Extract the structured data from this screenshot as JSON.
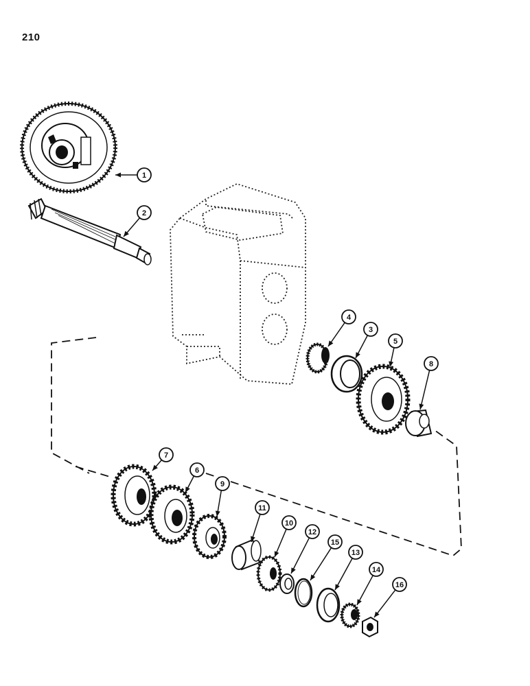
{
  "page": {
    "number": "210"
  },
  "callouts": [
    {
      "id": "c1",
      "label": "1",
      "part": "bevel-ring-gear-and-differential"
    },
    {
      "id": "c2",
      "label": "2",
      "part": "bevel-pinion-shaft"
    },
    {
      "id": "c3",
      "label": "3",
      "part": "bearing-cup"
    },
    {
      "id": "c4",
      "label": "4",
      "part": "tapered-roller-bearing-cone"
    },
    {
      "id": "c5",
      "label": "5",
      "part": "spur-gear"
    },
    {
      "id": "c6",
      "label": "6",
      "part": "spur-gear"
    },
    {
      "id": "c7",
      "label": "7",
      "part": "spur-gear-with-hub"
    },
    {
      "id": "c8",
      "label": "8",
      "part": "spacer-collar"
    },
    {
      "id": "c9",
      "label": "9",
      "part": "spur-gear-small"
    },
    {
      "id": "c10",
      "label": "10",
      "part": "pinion-gear"
    },
    {
      "id": "c11",
      "label": "11",
      "part": "sleeve"
    },
    {
      "id": "c12",
      "label": "12",
      "part": "washer"
    },
    {
      "id": "c13",
      "label": "13",
      "part": "bearing-cup"
    },
    {
      "id": "c14",
      "label": "14",
      "part": "tapered-roller-bearing-cone"
    },
    {
      "id": "c15",
      "label": "15",
      "part": "snap-ring"
    },
    {
      "id": "c16",
      "label": "16",
      "part": "nut"
    }
  ]
}
